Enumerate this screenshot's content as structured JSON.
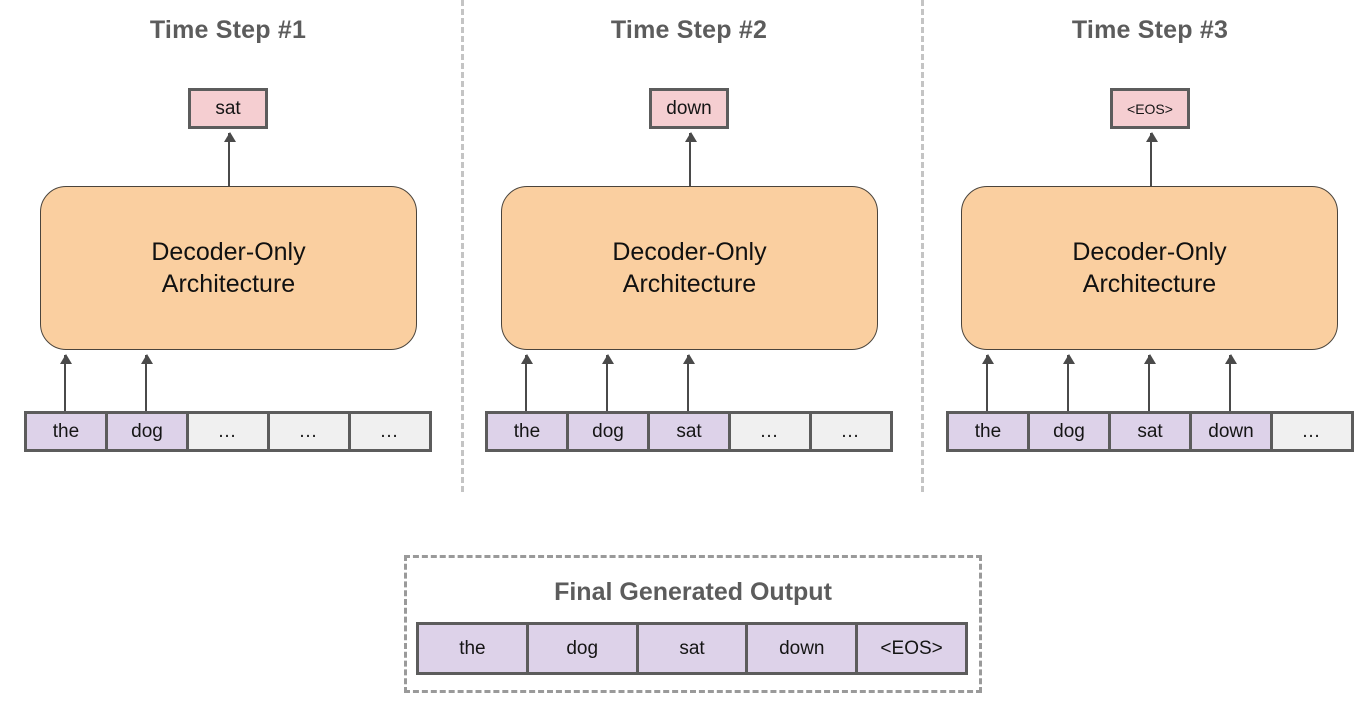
{
  "diagram": {
    "title_color": "#5c5c5c",
    "decoder_fill": "#facfa0",
    "prediction_fill": "#f5ced1",
    "token_filled_fill": "#ddd2e9",
    "token_empty_fill": "#f0f0f0",
    "border_color": "#5c5c5c",
    "separator_color": "#c4c4c4"
  },
  "panels": [
    {
      "title": "Time Step #1",
      "prediction": "sat",
      "decoder_label": "Decoder-Only\nArchitecture",
      "decoder_line1": "Decoder-Only",
      "decoder_line2": "Architecture",
      "tokens": [
        {
          "text": "the",
          "filled": true,
          "arrow": true
        },
        {
          "text": "dog",
          "filled": true,
          "arrow": true
        },
        {
          "text": "…",
          "filled": false,
          "arrow": false
        },
        {
          "text": "…",
          "filled": false,
          "arrow": false
        },
        {
          "text": "…",
          "filled": false,
          "arrow": false
        }
      ]
    },
    {
      "title": "Time Step #2",
      "prediction": "down",
      "decoder_label": "Decoder-Only\nArchitecture",
      "decoder_line1": "Decoder-Only",
      "decoder_line2": "Architecture",
      "tokens": [
        {
          "text": "the",
          "filled": true,
          "arrow": true
        },
        {
          "text": "dog",
          "filled": true,
          "arrow": true
        },
        {
          "text": "sat",
          "filled": true,
          "arrow": true
        },
        {
          "text": "…",
          "filled": false,
          "arrow": false
        },
        {
          "text": "…",
          "filled": false,
          "arrow": false
        }
      ]
    },
    {
      "title": "Time Step #3",
      "prediction": "<EOS>",
      "decoder_label": "Decoder-Only\nArchitecture",
      "decoder_line1": "Decoder-Only",
      "decoder_line2": "Architecture",
      "tokens": [
        {
          "text": "the",
          "filled": true,
          "arrow": true
        },
        {
          "text": "dog",
          "filled": true,
          "arrow": true
        },
        {
          "text": "sat",
          "filled": true,
          "arrow": true
        },
        {
          "text": "down",
          "filled": true,
          "arrow": true
        },
        {
          "text": "…",
          "filled": false,
          "arrow": false
        }
      ]
    }
  ],
  "final_output": {
    "title": "Final Generated Output",
    "tokens": [
      "the",
      "dog",
      "sat",
      "down",
      "<EOS>"
    ]
  }
}
